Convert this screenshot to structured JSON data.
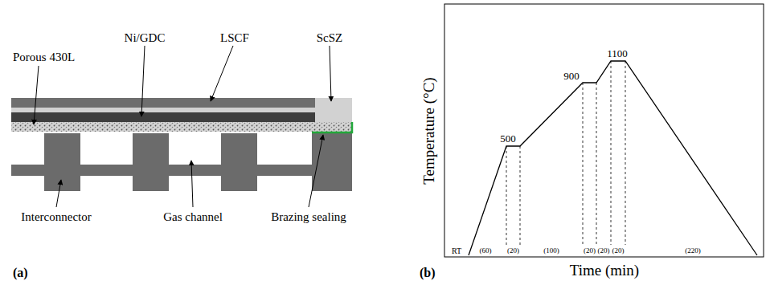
{
  "diagram": {
    "labels": [
      "Porous 430L",
      "Ni/GDC",
      "LSCF",
      "ScSZ",
      "Interconnector",
      "Gas channel",
      "Brazing sealing",
      "(a)",
      "500",
      "900",
      "1100",
      "RT",
      "(60)",
      "(20)",
      "(100)",
      "(20)",
      "(20)",
      "(20)",
      "(220)",
      "Temperature (°C)",
      "Time (min)",
      "(b)"
    ]
  }
}
